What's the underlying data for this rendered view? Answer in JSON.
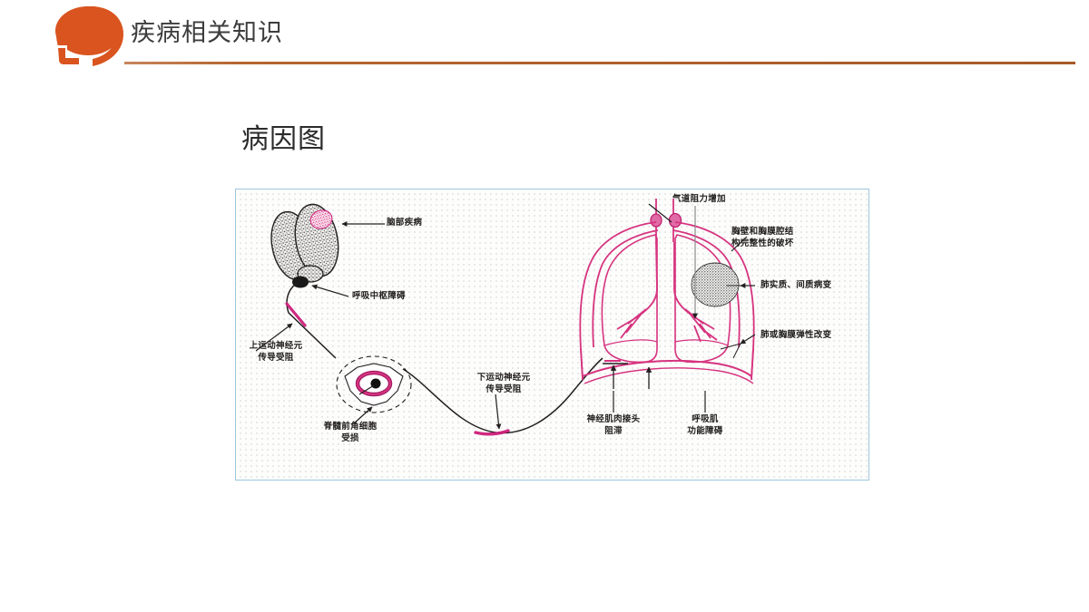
{
  "header": {
    "title": "疾病相关知识",
    "icon": "head-profile-icon",
    "accent_color": "#b5652f",
    "icon_color": "#d9541f"
  },
  "slide": {
    "section_title": "病因图"
  },
  "figure": {
    "frame_border_color": "#9ec6dd",
    "line_color": "#231f20",
    "highlight_color": "#cc1f7a",
    "organ_color": "#d6337f",
    "labels": [
      {
        "id": "brain-disease",
        "text": "脑部疾病"
      },
      {
        "id": "respiratory-center",
        "text": "呼吸中枢障碍"
      },
      {
        "id": "upper-motor-neuron-1",
        "text": "上运动神经元"
      },
      {
        "id": "upper-motor-neuron-2",
        "text": "传导受阻"
      },
      {
        "id": "anterior-horn-cell-1",
        "text": "脊髓前角细胞"
      },
      {
        "id": "anterior-horn-cell-2",
        "text": "受损"
      },
      {
        "id": "lower-motor-neuron-1",
        "text": "下运动神经元"
      },
      {
        "id": "lower-motor-neuron-2",
        "text": "传导受阻"
      },
      {
        "id": "neuromuscular-block-1",
        "text": "神经肌肉接头"
      },
      {
        "id": "neuromuscular-block-2",
        "text": "阻滞"
      },
      {
        "id": "respiratory-muscle-1",
        "text": "呼吸肌"
      },
      {
        "id": "respiratory-muscle-2",
        "text": "功能障碍"
      },
      {
        "id": "airway-resistance",
        "text": "气道阻力增加"
      },
      {
        "id": "chest-wall-integrity-1",
        "text": "胸壁和胸膜腔结"
      },
      {
        "id": "chest-wall-integrity-2",
        "text": "构完整性的破坏"
      },
      {
        "id": "lung-parenchyma",
        "text": "肺实质、间质病变"
      },
      {
        "id": "lung-pleura-elasticity",
        "text": "肺或胸膜弹性改变"
      }
    ]
  }
}
